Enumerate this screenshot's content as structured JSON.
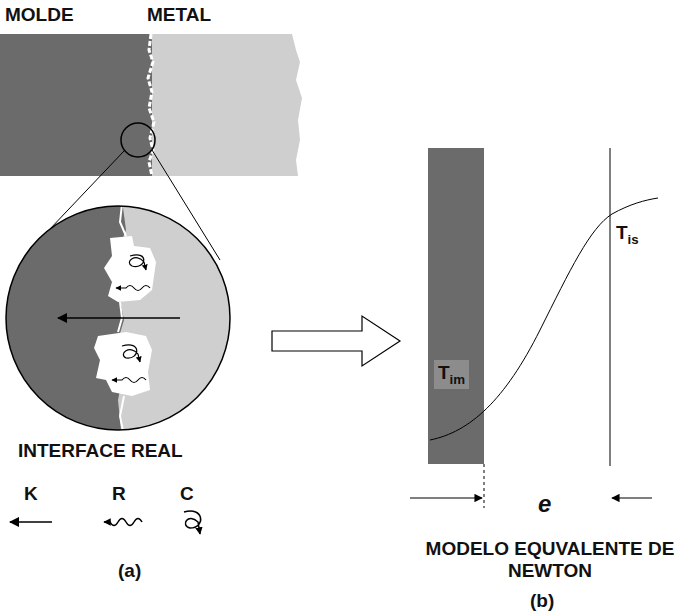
{
  "diagram": {
    "labels": [
      "MOLDE",
      "METAL",
      "INTERFACE REAL",
      "K",
      "R",
      "C",
      "(a)",
      "Tis",
      "Tim",
      "e",
      "MODELO EQUVALENTE DE NEWTON",
      "(b)"
    ]
  }
}
